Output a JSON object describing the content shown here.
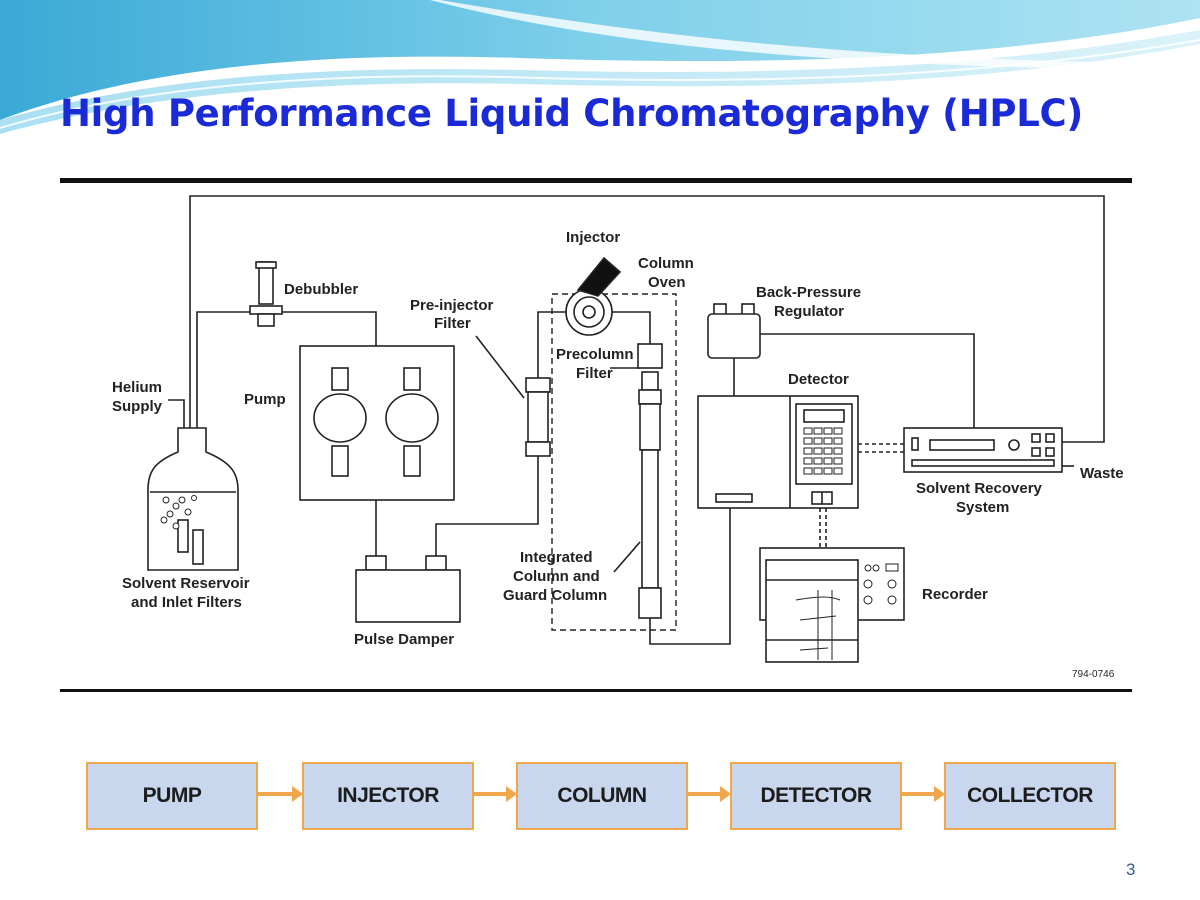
{
  "slide": {
    "title": "High Performance Liquid Chromatography (HPLC)",
    "page_number": "3"
  },
  "diagram": {
    "labels": {
      "injector": "Injector",
      "column_oven_1": "Column",
      "column_oven_2": "Oven",
      "debubbler": "Debubbler",
      "pre_injector_filter_1": "Pre-injector",
      "pre_injector_filter_2": "Filter",
      "back_pressure_1": "Back-Pressure",
      "back_pressure_2": "Regulator",
      "precolumn_filter_1": "Precolumn",
      "precolumn_filter_2": "Filter",
      "helium_supply_1": "Helium",
      "helium_supply_2": "Supply",
      "pump": "Pump",
      "detector": "Detector",
      "solvent_recovery_1": "Solvent Recovery",
      "solvent_recovery_2": "System",
      "waste": "Waste",
      "solvent_reservoir_1": "Solvent Reservoir",
      "solvent_reservoir_2": "and Inlet Filters",
      "integrated_column_1": "Integrated",
      "integrated_column_2": "Column and",
      "integrated_column_3": "Guard Column",
      "recorder": "Recorder",
      "pulse_damper": "Pulse Damper",
      "figure_code": "794-0746"
    }
  },
  "flow": {
    "steps": [
      "PUMP",
      "INJECTOR",
      "COLUMN",
      "DETECTOR",
      "COLLECTOR"
    ]
  },
  "colors": {
    "title": "#1a2ad6",
    "box_fill": "#c8d6ee",
    "box_border": "#f0a64a",
    "arrow": "#f0a64a"
  }
}
